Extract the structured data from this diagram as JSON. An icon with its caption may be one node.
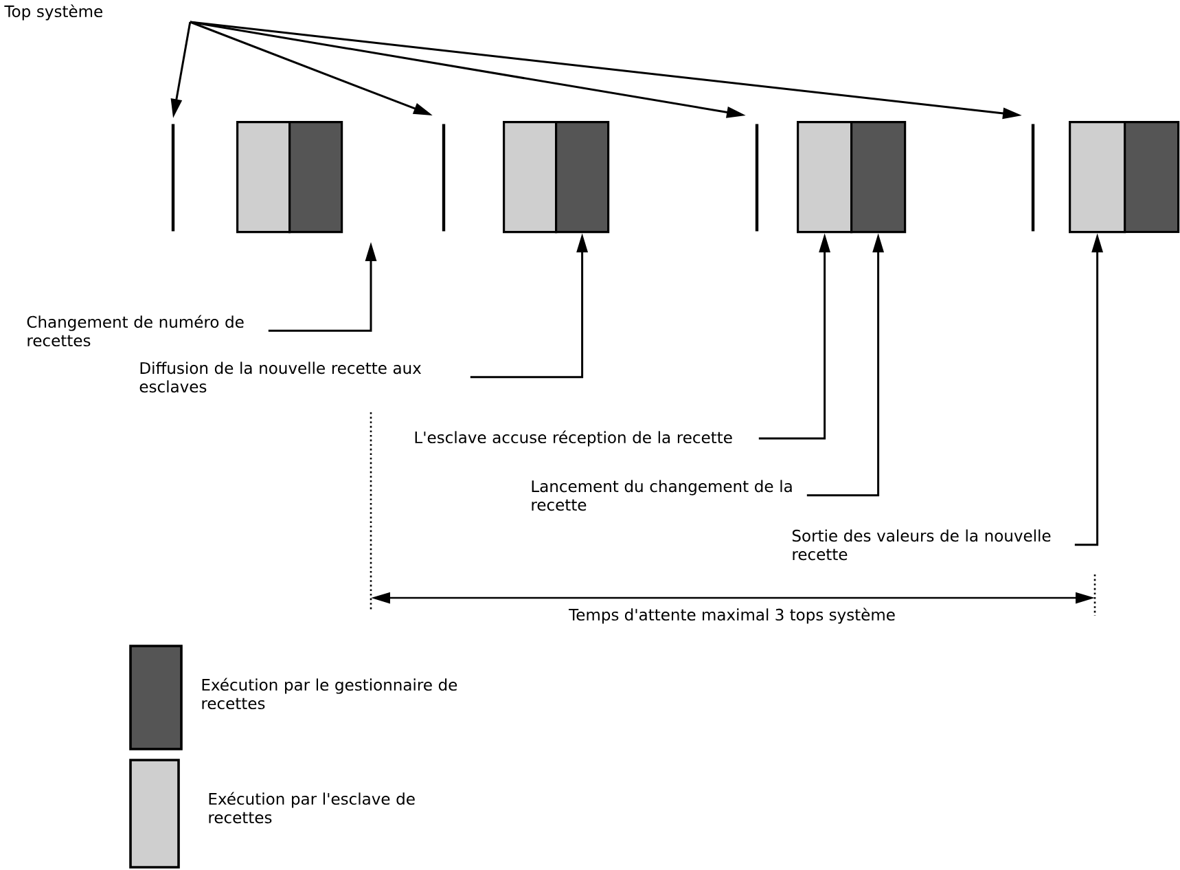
{
  "diagram": {
    "nodes": [
      {
        "text": [
          "Top système"
        ]
      },
      {
        "text": [],
        "shape": "bar"
      },
      {
        "text": [],
        "shape": "box"
      },
      {
        "text": [],
        "shape": "box"
      },
      {
        "text": [],
        "shape": "bar"
      },
      {
        "text": [],
        "shape": "box"
      },
      {
        "text": [],
        "shape": "box"
      },
      {
        "text": [],
        "shape": "bar"
      },
      {
        "text": [],
        "shape": "box"
      },
      {
        "text": [],
        "shape": "box"
      },
      {
        "text": [],
        "shape": "bar"
      },
      {
        "text": [],
        "shape": "box"
      },
      {
        "text": [],
        "shape": "box"
      },
      {
        "text": [
          "Changement de numéro de recettes"
        ]
      },
      {
        "text": [
          "Diffusion de la nouvelle recette aux esclaves"
        ]
      },
      {
        "text": [
          "L'esclave accuse réception de la recette"
        ]
      },
      {
        "text": [
          "Lancement du changement de la recette"
        ]
      },
      {
        "text": [
          "Sortie des valeurs de la nouvelle recette"
        ]
      }
    ],
    "edges": [
      {
        "from": 0,
        "to": 1,
        "arrow": "to"
      },
      {
        "from": 0,
        "to": 4,
        "arrow": "to"
      },
      {
        "from": 0,
        "to": 7,
        "arrow": "to"
      },
      {
        "from": 0,
        "to": 10,
        "arrow": "to"
      },
      {
        "from": 13,
        "to": null,
        "arrow": "to"
      },
      {
        "from": 14,
        "to": 6,
        "arrow": "to"
      },
      {
        "from": 15,
        "to": 8,
        "arrow": "to"
      },
      {
        "from": 16,
        "to": 9,
        "arrow": "to"
      },
      {
        "from": 17,
        "to": 11,
        "arrow": "to"
      }
    ],
    "labels": [
      "Temps d'attente maximal 3 tops système"
    ],
    "legend": [
      {
        "text": "Exécution par le gestionnaire de recettes",
        "color": "#555555"
      },
      {
        "text": "Exécution par l'esclave de recettes",
        "color": "#cfcfcf"
      }
    ]
  }
}
